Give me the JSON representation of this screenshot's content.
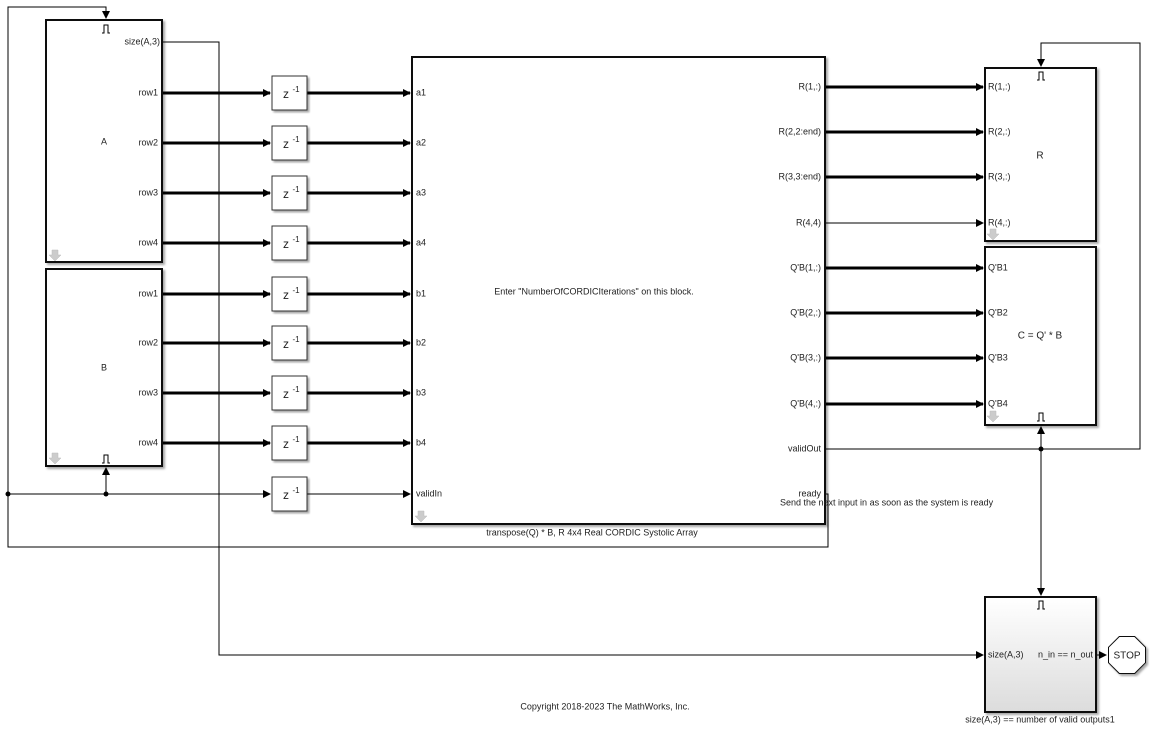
{
  "blocks": {
    "A": {
      "title": "A",
      "ports": [
        "size(A,3)",
        "row1",
        "row2",
        "row3",
        "row4"
      ]
    },
    "B": {
      "title": "B",
      "ports": [
        "row1",
        "row2",
        "row3",
        "row4"
      ]
    },
    "delay_label": "z",
    "delay_exp": "-1",
    "main": {
      "text": "Enter \"NumberOfCORDICIterations\" on this block.",
      "caption": "transpose(Q) * B, R 4x4 Real CORDIC Systolic Array",
      "inputs": [
        "a1",
        "a2",
        "a3",
        "a4",
        "b1",
        "b2",
        "b3",
        "b4",
        "validIn"
      ],
      "outputs": [
        "R(1,:)",
        "R(2,2:end)",
        "R(3,3:end)",
        "R(4,4)",
        "Q'B(1,:)",
        "Q'B(2,:)",
        "Q'B(3,:)",
        "Q'B(4,:)",
        "validOut",
        "ready"
      ]
    },
    "R": {
      "title": "R",
      "inputs": [
        "R(1,:)",
        "R(2,:)",
        "R(3,:)",
        "R(4,:)"
      ]
    },
    "C": {
      "title": "C = Q' * B",
      "inputs": [
        "Q'B1",
        "Q'B2",
        "Q'B3",
        "Q'B4"
      ]
    },
    "check": {
      "input": "size(A,3)",
      "output": "n_in == n_out",
      "caption": "size(A,3) == number of valid outputs1"
    },
    "stop": "STOP"
  },
  "annotation": "Send the next input in as soon as the system is ready",
  "copyright": "Copyright 2018-2023 The MathWorks, Inc."
}
